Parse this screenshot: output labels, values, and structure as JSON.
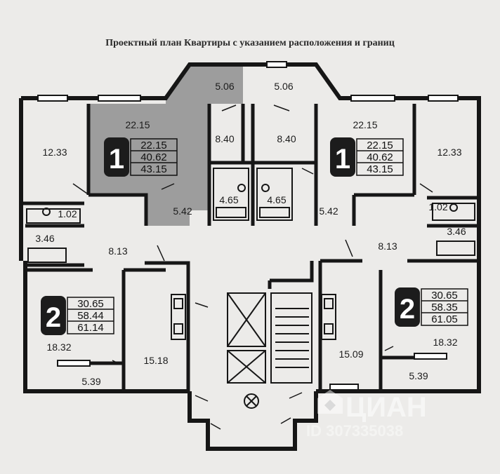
{
  "plan": {
    "title": "Проектный план Квартиры с указанием расположения и границ"
  },
  "apartments": [
    {
      "id": "apt-left-1",
      "rooms": "1",
      "living": "22.15",
      "total": "40.62",
      "total_with_balcony": "43.15"
    },
    {
      "id": "apt-right-1",
      "rooms": "1",
      "living": "22.15",
      "total": "40.62",
      "total_with_balcony": "43.15"
    },
    {
      "id": "apt-left-2",
      "rooms": "2",
      "living": "30.65",
      "total": "58.44",
      "total_with_balcony": "61.14"
    },
    {
      "id": "apt-right-2",
      "rooms": "2",
      "living": "30.65",
      "total": "58.35",
      "total_with_balcony": "61.05"
    }
  ],
  "room_areas": [
    "5.06",
    "5.06",
    "22.15",
    "22.15",
    "12.33",
    "12.33",
    "8.40",
    "8.40",
    "4.65",
    "4.65",
    "5.42",
    "5.42",
    "1.02",
    "1.02",
    "3.46",
    "3.46",
    "8.13",
    "8.13",
    "18.32",
    "18.32",
    "15.18",
    "15.09",
    "5.39",
    "5.39"
  ],
  "watermark": {
    "brand": "ЦИАН",
    "id_text": "ID 307335038"
  },
  "colors": {
    "highlight": "#9c9c9c",
    "wall": "#161616",
    "badge": "#1c1c1c",
    "paper": "#ecebe9"
  }
}
